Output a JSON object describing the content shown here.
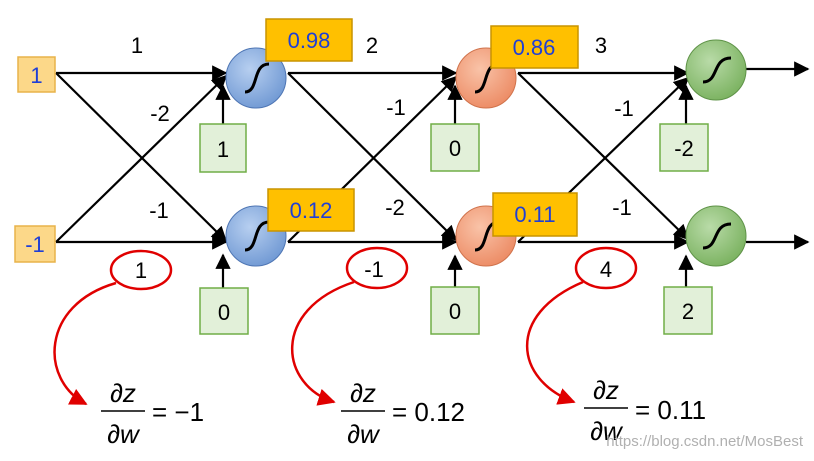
{
  "inputs": [
    "1",
    "-1"
  ],
  "weights": {
    "layer1": [
      "1",
      "-2",
      "-1",
      "1"
    ],
    "layer2": [
      "2",
      "-1",
      "-2",
      "-1"
    ],
    "layer3": [
      "3",
      "-1",
      "-1",
      "4"
    ]
  },
  "biases": [
    "1",
    "0",
    "0",
    "0",
    "-2",
    "2"
  ],
  "activations": [
    "0.98",
    "0.12",
    "0.86",
    "0.11"
  ],
  "derivatives": [
    {
      "numerator": "∂z",
      "denominator": "∂w",
      "value": "= −1"
    },
    {
      "numerator": "∂z",
      "denominator": "∂w",
      "value": "= 0.12"
    },
    {
      "numerator": "∂z",
      "denominator": "∂w",
      "value": "= 0.11"
    }
  ],
  "watermark": "https://blog.csdn.net/MosBest",
  "colors": {
    "input_box_fill": "#fcd889",
    "input_box_border": "#e8b34a",
    "input_text": "#1f3fd6",
    "bias_fill": "#e2f0d9",
    "bias_border": "#70ad47",
    "activation_fill": "#ffc000",
    "activation_border": "#c99400",
    "activation_text": "#1f3fd6",
    "neuron_layer1": "#8fb3e0",
    "neuron_layer2": "#f4a582",
    "neuron_layer3": "#93c47d",
    "circle_red": "#e00000",
    "arrow_red": "#e00000"
  }
}
